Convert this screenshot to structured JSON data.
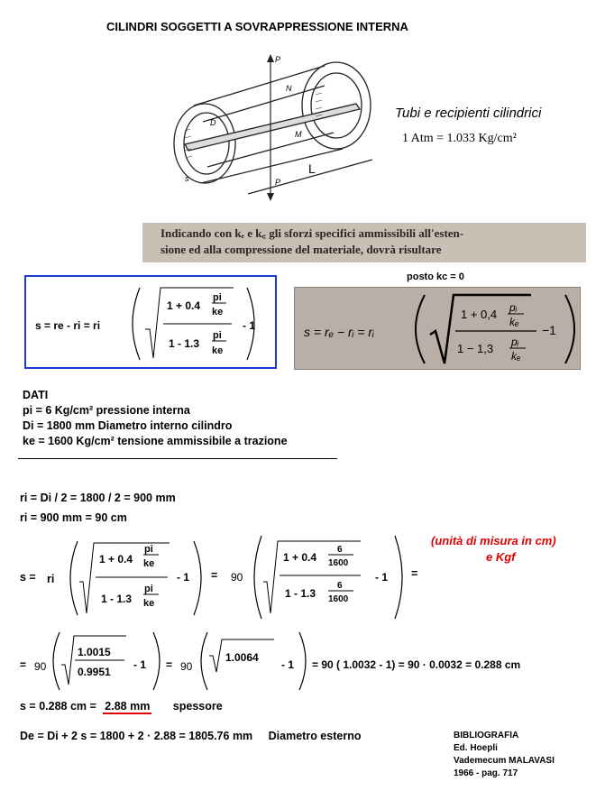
{
  "title": "CILINDRI SOGGETTI A SOVRAPPRESSIONE INTERNA",
  "figure": {
    "label_p_top": "P",
    "label_p_bottom": "P",
    "label_n": "N",
    "label_m": "M",
    "label_d": "D",
    "label_s": "s",
    "label_l": "L"
  },
  "subtitle": "Tubi e recipienti cilindrici",
  "atm": "1 Atm = 1.033 Kg/cm²",
  "banner": {
    "line1": "Indicando con kₑ e k꜀ gli sforzi specifici ammissibili all'esten-",
    "line2": "sione ed alla compressione del materiale, dovrà risultare"
  },
  "posto": "posto kc = 0",
  "formula": {
    "lhs": "s = re - ri = ri",
    "num_a": "1 + 0.4",
    "den_a": "1 - 1.3",
    "pi": "pi",
    "ke": "ke",
    "minus_one": "- 1"
  },
  "scan_formula": {
    "lhs": "s = rₑ − rᵢ = rᵢ",
    "num_a": "1 + 0,4",
    "den_a": "1 − 1,3",
    "pi": "pᵢ",
    "ke": "kₑ",
    "minus_one": "−1"
  },
  "dati": {
    "heading": "DATI",
    "pi": "pi = 6  Kg/cm²  pressione interna",
    "di": "Di = 1800 mm  Diametro interno cilindro",
    "ke": "ke = 1600  Kg/cm²  tensione ammissibile a trazione"
  },
  "calc": {
    "ri1": "ri = Di / 2 = 1800 / 2 = 900 mm",
    "ri2": "ri = 900 mm = 90 cm",
    "s_eq": "s =",
    "ri": "ri",
    "eq": "=",
    "ninety": "90",
    "six": "6",
    "k1600": "1600",
    "n1": "1.0015",
    "d1": "0.9951",
    "r1": "1.0064",
    "tail": "= 90 ( 1.0032 - 1) = 90 · 0.0032 =  0.288 cm",
    "s_result_a": "s = 0.288 cm =",
    "s_result_b": "2.88 mm",
    "spessore": "spessore",
    "de": "De = Di + 2 s = 1800 + 2 · 2.88 =  1805.76  mm",
    "de_label": "Diametro esterno"
  },
  "units_note": {
    "line1": "(unità di misura in cm)",
    "line2": "e Kgf"
  },
  "biblio": [
    "BIBLIOGRAFIA",
    "Ed. Hoepli",
    "Vademecum MALAVASI",
    "1966 - pag. 717"
  ],
  "colors": {
    "box_border": "#1a3ad8",
    "red": "#e00000",
    "banner_bg": "#c9bfb4",
    "scan_bg": "#b9afa6"
  }
}
